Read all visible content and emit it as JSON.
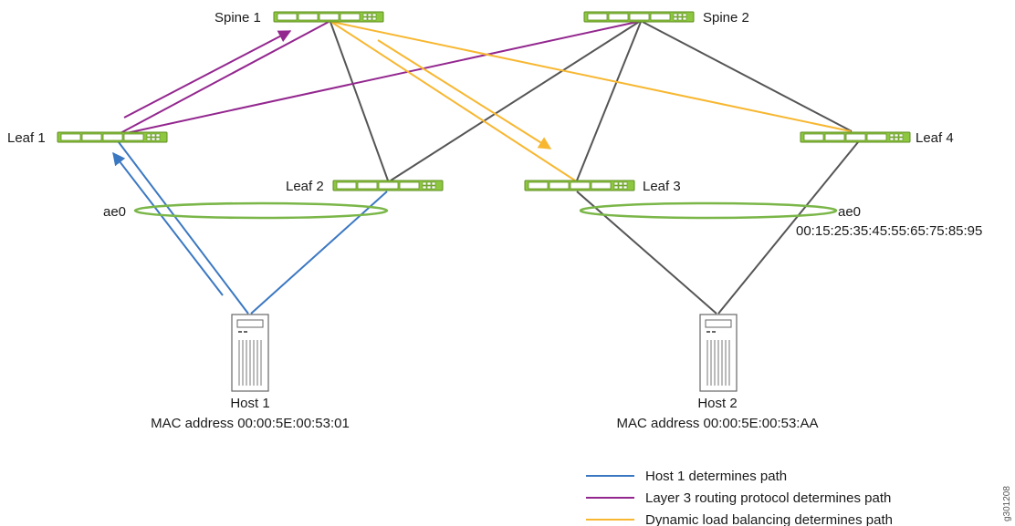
{
  "nodes": {
    "spine1": "Spine 1",
    "spine2": "Spine 2",
    "leaf1": "Leaf 1",
    "leaf2": "Leaf 2",
    "leaf3": "Leaf 3",
    "leaf4": "Leaf 4"
  },
  "lags": {
    "left": "ae0",
    "right": "ae0",
    "right_mac": "00:15:25:35:45:55:65:75:85:95"
  },
  "hosts": {
    "host1": {
      "name": "Host 1",
      "mac": "MAC address 00:00:5E:00:53:01"
    },
    "host2": {
      "name": "Host 2",
      "mac": "MAC address 00:00:5E:00:53:AA"
    }
  },
  "legend": [
    {
      "label": "Host 1 determines path",
      "color": "#3b78c2"
    },
    {
      "label": "Layer 3 routing protocol determines path",
      "color": "#93278f"
    },
    {
      "label": "Dynamic load balancing determines path",
      "color": "#f7b731"
    }
  ],
  "colors": {
    "link": "#555555",
    "switch": "#8dc63f",
    "lag_ring": "#7ab648"
  },
  "figure_id": "g301208"
}
